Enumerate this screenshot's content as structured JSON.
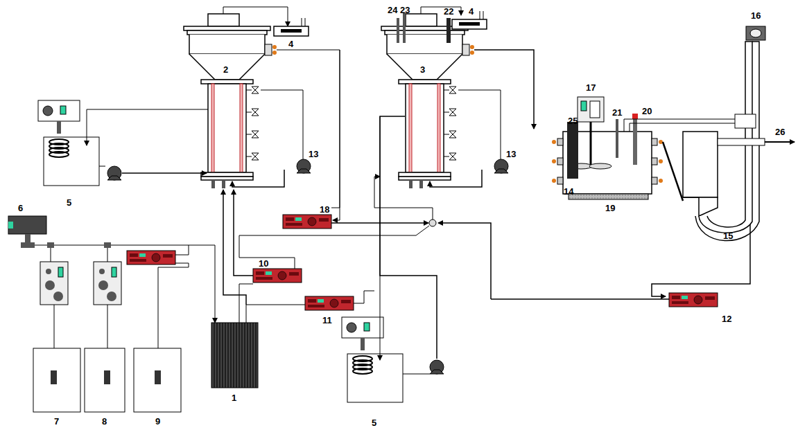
{
  "diagram": {
    "labels": [
      "4",
      "2",
      "23",
      "24",
      "22",
      "4",
      "3",
      "16",
      "17",
      "25",
      "21",
      "20",
      "5",
      "13",
      "13",
      "18",
      "14",
      "19",
      "15",
      "26",
      "6",
      "10",
      "11",
      "12",
      "7",
      "8",
      "9",
      "1",
      "5"
    ]
  }
}
